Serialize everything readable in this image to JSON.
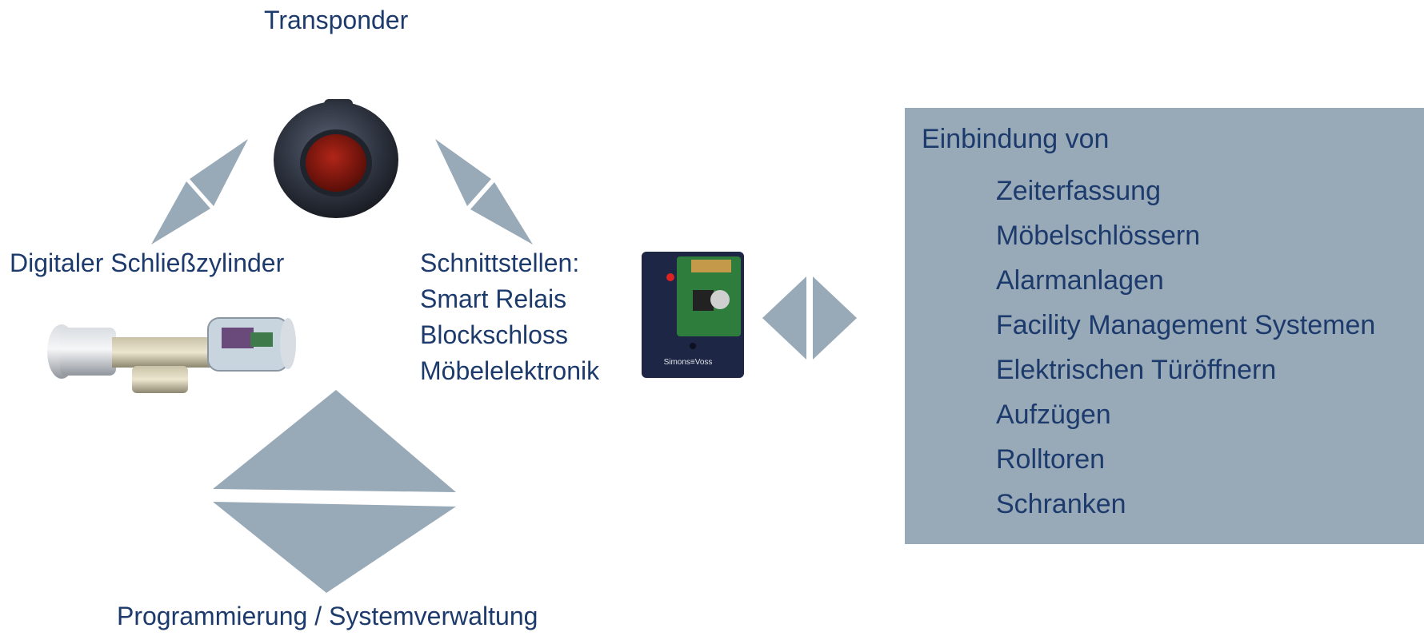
{
  "labels": {
    "transponder": "Transponder",
    "cylinder": "Digitaler Schließzylinder",
    "interfaces": [
      "Schnittstellen:",
      "Smart Relais",
      "Blockschloss",
      "Möbelelektronik"
    ],
    "programming": "Programmierung / Systemverwaltung"
  },
  "device_brand": "Simons≡Voss",
  "integration": {
    "title": "Einbindung von",
    "items": [
      "Zeiterfassung",
      "Möbelschlössern",
      "Alarmanlagen",
      "Facility Management Systemen",
      "Elektrischen Türöffnern",
      "Aufzügen",
      "Rolltoren",
      "Schranken"
    ]
  },
  "colors": {
    "text": "#1c3a6b",
    "arrow": "#98a9b8",
    "box": "#98a9b8",
    "transponder_button": "#8b1a12"
  }
}
